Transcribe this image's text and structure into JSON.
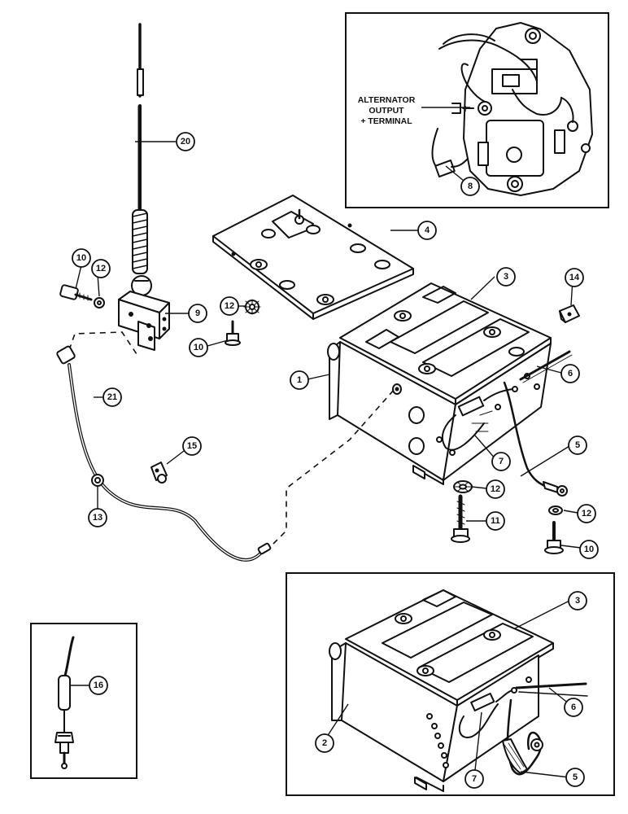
{
  "alternator_label": [
    "ALTERNATOR",
    "OUTPUT",
    "+ TERMINAL"
  ],
  "callouts": {
    "c1": "1",
    "c2": "2",
    "c3_main": "3",
    "c3_inset": "3",
    "c4": "4",
    "c5_main": "5",
    "c5_inset": "5",
    "c6_main": "6",
    "c6_inset": "6",
    "c7_main": "7",
    "c7_inset": "7",
    "c8": "8",
    "c9": "9",
    "c10_left": "10",
    "c10_mid": "10",
    "c10_right": "10",
    "c11": "11",
    "c12_left": "12",
    "c12_mid": "12",
    "c12_low": "12",
    "c12_right": "12",
    "c13": "13",
    "c14": "14",
    "c15": "15",
    "c16": "16",
    "c20": "20",
    "c21": "21"
  }
}
